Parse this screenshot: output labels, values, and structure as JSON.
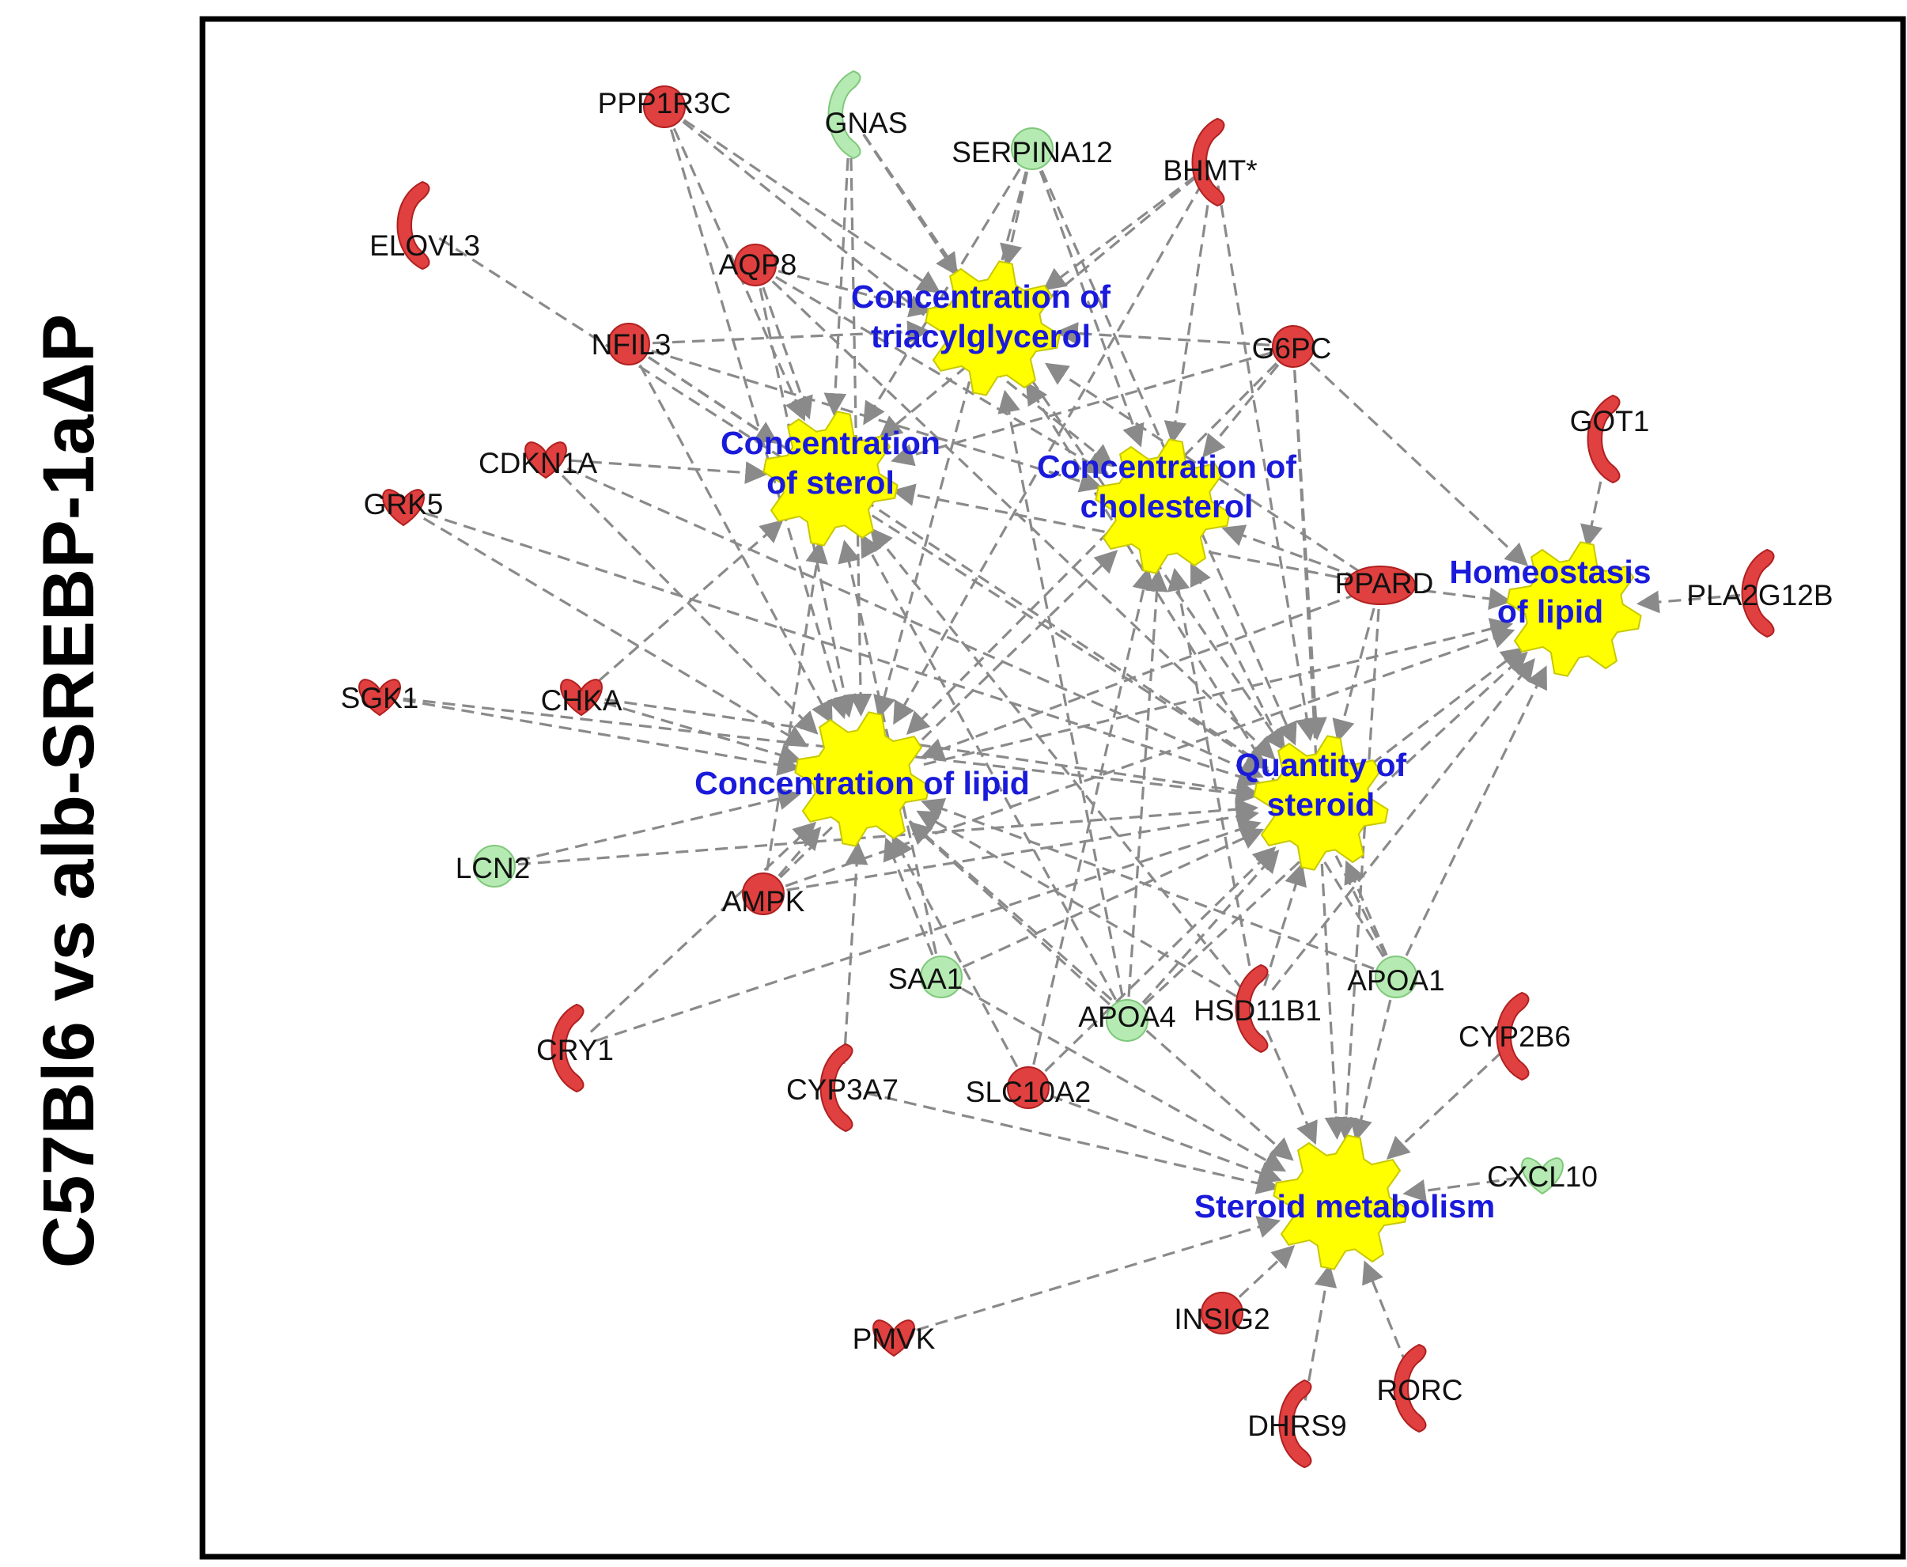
{
  "title": "C57Bl6 vs alb-SREBP-1aΔP",
  "colors": {
    "upregulated": "#e0403f",
    "upregulated_light": "#ec6c66",
    "downregulated": "#b6eab3",
    "function": "#ffff00",
    "function_label": "#1a1adb",
    "edge": "#8a8a8a"
  },
  "functions": [
    {
      "id": "triacylglycerol",
      "label": [
        "Concentration of",
        "triacylglycerol"
      ]
    },
    {
      "id": "sterol",
      "label": [
        "Concentration",
        "of sterol"
      ]
    },
    {
      "id": "cholesterol",
      "label": [
        "Concentration of",
        "cholesterol"
      ]
    },
    {
      "id": "homeostasis",
      "label": [
        "Homeostasis",
        "of lipid"
      ]
    },
    {
      "id": "lipid",
      "label": [
        "Concentration of lipid"
      ]
    },
    {
      "id": "steroid_qty",
      "label": [
        "Quantity of",
        "steroid"
      ]
    },
    {
      "id": "steroid_met",
      "label": [
        "Steroid metabolism"
      ]
    }
  ],
  "genes": [
    {
      "id": "PPP1R3C",
      "label": "PPP1R3C",
      "regulation": "up",
      "shape": "circle"
    },
    {
      "id": "GNAS",
      "label": "GNAS",
      "regulation": "down",
      "shape": "crescent"
    },
    {
      "id": "SERPINA12",
      "label": "SERPINA12",
      "regulation": "down",
      "shape": "circle"
    },
    {
      "id": "BHMT",
      "label": "BHMT*",
      "regulation": "up",
      "shape": "crescent"
    },
    {
      "id": "ELOVL3",
      "label": "ELOVL3",
      "regulation": "up",
      "shape": "crescent"
    },
    {
      "id": "AQP8",
      "label": "AQP8",
      "regulation": "up",
      "shape": "circle"
    },
    {
      "id": "NFIL3",
      "label": "NFIL3",
      "regulation": "up",
      "shape": "circle"
    },
    {
      "id": "G6PC",
      "label": "G6PC",
      "regulation": "up",
      "shape": "circle"
    },
    {
      "id": "GOT1",
      "label": "GOT1",
      "regulation": "up",
      "shape": "crescent"
    },
    {
      "id": "CDKN1A",
      "label": "CDKN1A",
      "regulation": "up",
      "shape": "heart"
    },
    {
      "id": "GRK5",
      "label": "GRK5",
      "regulation": "up",
      "shape": "heart"
    },
    {
      "id": "PPARD",
      "label": "PPARD",
      "regulation": "up",
      "shape": "ellipse"
    },
    {
      "id": "PLA2G12B",
      "label": "PLA2G12B",
      "regulation": "up",
      "shape": "crescent"
    },
    {
      "id": "SGK1",
      "label": "SGK1",
      "regulation": "up",
      "shape": "heart"
    },
    {
      "id": "CHKA",
      "label": "CHKA",
      "regulation": "up",
      "shape": "heart"
    },
    {
      "id": "LCN2",
      "label": "LCN2",
      "regulation": "down",
      "shape": "circle"
    },
    {
      "id": "AMPK",
      "label": "AMPK",
      "regulation": "up",
      "shape": "circle"
    },
    {
      "id": "SAA1",
      "label": "SAA1",
      "regulation": "down",
      "shape": "circle"
    },
    {
      "id": "APOA1",
      "label": "APOA1",
      "regulation": "down",
      "shape": "circle"
    },
    {
      "id": "APOA4",
      "label": "APOA4",
      "regulation": "down",
      "shape": "circle"
    },
    {
      "id": "HSD11B1",
      "label": "HSD11B1",
      "regulation": "up",
      "shape": "crescent"
    },
    {
      "id": "CRY1",
      "label": "CRY1",
      "regulation": "up",
      "shape": "crescent"
    },
    {
      "id": "CYP2B6",
      "label": "CYP2B6",
      "regulation": "up",
      "shape": "crescent"
    },
    {
      "id": "CYP3A7",
      "label": "CYP3A7",
      "regulation": "up",
      "shape": "crescent"
    },
    {
      "id": "SLC10A2",
      "label": "SLC10A2",
      "regulation": "up",
      "shape": "circle"
    },
    {
      "id": "CXCL10",
      "label": "CXCL10",
      "regulation": "down",
      "shape": "heart"
    },
    {
      "id": "PMVK",
      "label": "PMVK",
      "regulation": "up",
      "shape": "heart"
    },
    {
      "id": "INSIG2",
      "label": "INSIG2",
      "regulation": "up",
      "shape": "circle"
    },
    {
      "id": "DHRS9",
      "label": "DHRS9",
      "regulation": "up",
      "shape": "crescent"
    },
    {
      "id": "RORC",
      "label": "RORC",
      "regulation": "up",
      "shape": "crescent"
    }
  ],
  "edges": [
    [
      "PPP1R3C",
      "triacylglycerol"
    ],
    [
      "PPP1R3C",
      "sterol"
    ],
    [
      "PPP1R3C",
      "cholesterol"
    ],
    [
      "PPP1R3C",
      "lipid"
    ],
    [
      "GNAS",
      "triacylglycerol"
    ],
    [
      "GNAS",
      "sterol"
    ],
    [
      "GNAS",
      "lipid"
    ],
    [
      "GNAS",
      "steroid_qty"
    ],
    [
      "SERPINA12",
      "triacylglycerol"
    ],
    [
      "SERPINA12",
      "sterol"
    ],
    [
      "SERPINA12",
      "cholesterol"
    ],
    [
      "SERPINA12",
      "lipid"
    ],
    [
      "SERPINA12",
      "steroid_qty"
    ],
    [
      "BHMT",
      "triacylglycerol"
    ],
    [
      "BHMT",
      "sterol"
    ],
    [
      "BHMT",
      "cholesterol"
    ],
    [
      "BHMT",
      "lipid"
    ],
    [
      "BHMT",
      "steroid_qty"
    ],
    [
      "ELOVL3",
      "steroid_qty"
    ],
    [
      "AQP8",
      "triacylglycerol"
    ],
    [
      "AQP8",
      "sterol"
    ],
    [
      "AQP8",
      "cholesterol"
    ],
    [
      "AQP8",
      "lipid"
    ],
    [
      "AQP8",
      "steroid_qty"
    ],
    [
      "NFIL3",
      "triacylglycerol"
    ],
    [
      "NFIL3",
      "sterol"
    ],
    [
      "NFIL3",
      "cholesterol"
    ],
    [
      "NFIL3",
      "lipid"
    ],
    [
      "NFIL3",
      "steroid_qty"
    ],
    [
      "G6PC",
      "triacylglycerol"
    ],
    [
      "G6PC",
      "sterol"
    ],
    [
      "G6PC",
      "cholesterol"
    ],
    [
      "G6PC",
      "lipid"
    ],
    [
      "G6PC",
      "steroid_qty"
    ],
    [
      "G6PC",
      "homeostasis"
    ],
    [
      "G6PC",
      "steroid_met"
    ],
    [
      "GOT1",
      "homeostasis"
    ],
    [
      "CDKN1A",
      "sterol"
    ],
    [
      "CDKN1A",
      "lipid"
    ],
    [
      "CDKN1A",
      "steroid_qty"
    ],
    [
      "GRK5",
      "lipid"
    ],
    [
      "GRK5",
      "steroid_qty"
    ],
    [
      "PPARD",
      "triacylglycerol"
    ],
    [
      "PPARD",
      "sterol"
    ],
    [
      "PPARD",
      "cholesterol"
    ],
    [
      "PPARD",
      "lipid"
    ],
    [
      "PPARD",
      "steroid_qty"
    ],
    [
      "PPARD",
      "homeostasis"
    ],
    [
      "PPARD",
      "steroid_met"
    ],
    [
      "PLA2G12B",
      "homeostasis"
    ],
    [
      "SGK1",
      "lipid"
    ],
    [
      "SGK1",
      "steroid_qty"
    ],
    [
      "CHKA",
      "lipid"
    ],
    [
      "CHKA",
      "steroid_qty"
    ],
    [
      "CHKA",
      "sterol"
    ],
    [
      "LCN2",
      "lipid"
    ],
    [
      "LCN2",
      "steroid_qty"
    ],
    [
      "AMPK",
      "sterol"
    ],
    [
      "AMPK",
      "cholesterol"
    ],
    [
      "AMPK",
      "lipid"
    ],
    [
      "AMPK",
      "steroid_qty"
    ],
    [
      "AMPK",
      "homeostasis"
    ],
    [
      "SAA1",
      "sterol"
    ],
    [
      "SAA1",
      "lipid"
    ],
    [
      "SAA1",
      "steroid_qty"
    ],
    [
      "SAA1",
      "steroid_met"
    ],
    [
      "APOA1",
      "triacylglycerol"
    ],
    [
      "APOA1",
      "cholesterol"
    ],
    [
      "APOA1",
      "lipid"
    ],
    [
      "APOA1",
      "steroid_qty"
    ],
    [
      "APOA1",
      "homeostasis"
    ],
    [
      "APOA1",
      "steroid_met"
    ],
    [
      "APOA4",
      "triacylglycerol"
    ],
    [
      "APOA4",
      "sterol"
    ],
    [
      "APOA4",
      "cholesterol"
    ],
    [
      "APOA4",
      "lipid"
    ],
    [
      "APOA4",
      "steroid_qty"
    ],
    [
      "APOA4",
      "homeostasis"
    ],
    [
      "HSD11B1",
      "sterol"
    ],
    [
      "HSD11B1",
      "cholesterol"
    ],
    [
      "HSD11B1",
      "lipid"
    ],
    [
      "HSD11B1",
      "steroid_qty"
    ],
    [
      "HSD11B1",
      "homeostasis"
    ],
    [
      "HSD11B1",
      "steroid_met"
    ],
    [
      "CRY1",
      "lipid"
    ],
    [
      "CRY1",
      "steroid_qty"
    ],
    [
      "CYP2B6",
      "steroid_met"
    ],
    [
      "CYP3A7",
      "lipid"
    ],
    [
      "CYP3A7",
      "steroid_met"
    ],
    [
      "SLC10A2",
      "cholesterol"
    ],
    [
      "SLC10A2",
      "lipid"
    ],
    [
      "SLC10A2",
      "steroid_qty"
    ],
    [
      "SLC10A2",
      "steroid_met"
    ],
    [
      "CXCL10",
      "steroid_met"
    ],
    [
      "PMVK",
      "steroid_met"
    ],
    [
      "INSIG2",
      "steroid_met"
    ],
    [
      "DHRS9",
      "steroid_met"
    ],
    [
      "RORC",
      "steroid_met"
    ],
    [
      "lipid",
      "homeostasis"
    ],
    [
      "steroid_qty",
      "homeostasis"
    ],
    [
      "lipid",
      "steroid_met"
    ]
  ]
}
